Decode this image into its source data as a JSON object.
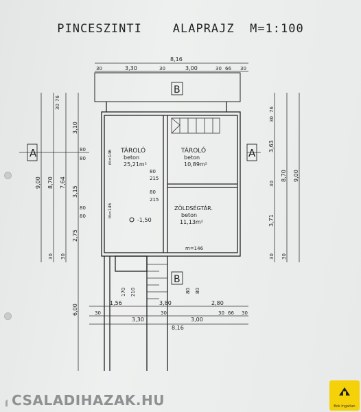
{
  "title": "PINCESZINTI    ALAPRAJZ  M=1:100",
  "section_labels": {
    "a": "A",
    "b": "B"
  },
  "rooms": [
    {
      "name": "TÁROLÓ",
      "material": "beton",
      "area": "25,21m²"
    },
    {
      "name": "TÁROLÓ",
      "material": "beton",
      "area": "10,89m²"
    },
    {
      "name": "ZÖLDSÉGTÁR.",
      "material": "beton",
      "area": "11,13m²"
    }
  ],
  "level_mark": "-1,50",
  "top_dims": {
    "total": "8,16",
    "segments": [
      "30",
      "3,30",
      "30",
      "3,00",
      "30",
      "66",
      "30"
    ]
  },
  "bottom_dims": {
    "upper": [
      "1,56",
      "3,80",
      "2,80"
    ],
    "segments": [
      "30",
      "3,30",
      "30",
      "3,00",
      "30",
      "66",
      "30"
    ],
    "total": "8,16"
  },
  "left_dims": {
    "outer": [
      "9,00",
      "8,70",
      "7,64"
    ],
    "inner": [
      "30",
      "76",
      "3,10",
      "3,15",
      "2,75",
      "30",
      "30"
    ],
    "lower": "6,00"
  },
  "right_dims": {
    "outer": [
      "9,00",
      "8,70"
    ],
    "inner": [
      "30",
      "76",
      "3,63",
      "30",
      "3,71",
      "30",
      "30"
    ]
  },
  "openings": {
    "door1": [
      "80",
      "80"
    ],
    "door2": [
      "80",
      "80"
    ],
    "door3": [
      "80",
      "215"
    ],
    "door4": [
      "80",
      "215"
    ],
    "stair": [
      "170",
      "210"
    ],
    "door5": [
      "80",
      "80"
    ]
  },
  "window_marks": [
    "m=146",
    "m=146",
    "m=146"
  ],
  "watermark": {
    "brand": "CSALADIHAZAK.HU",
    "badge": "Bok Ingatlan"
  },
  "colors": {
    "paper": "#e9ebea",
    "ink": "#1e1e1e",
    "badge": "#f5d10a",
    "watermark": "#8d9191"
  }
}
